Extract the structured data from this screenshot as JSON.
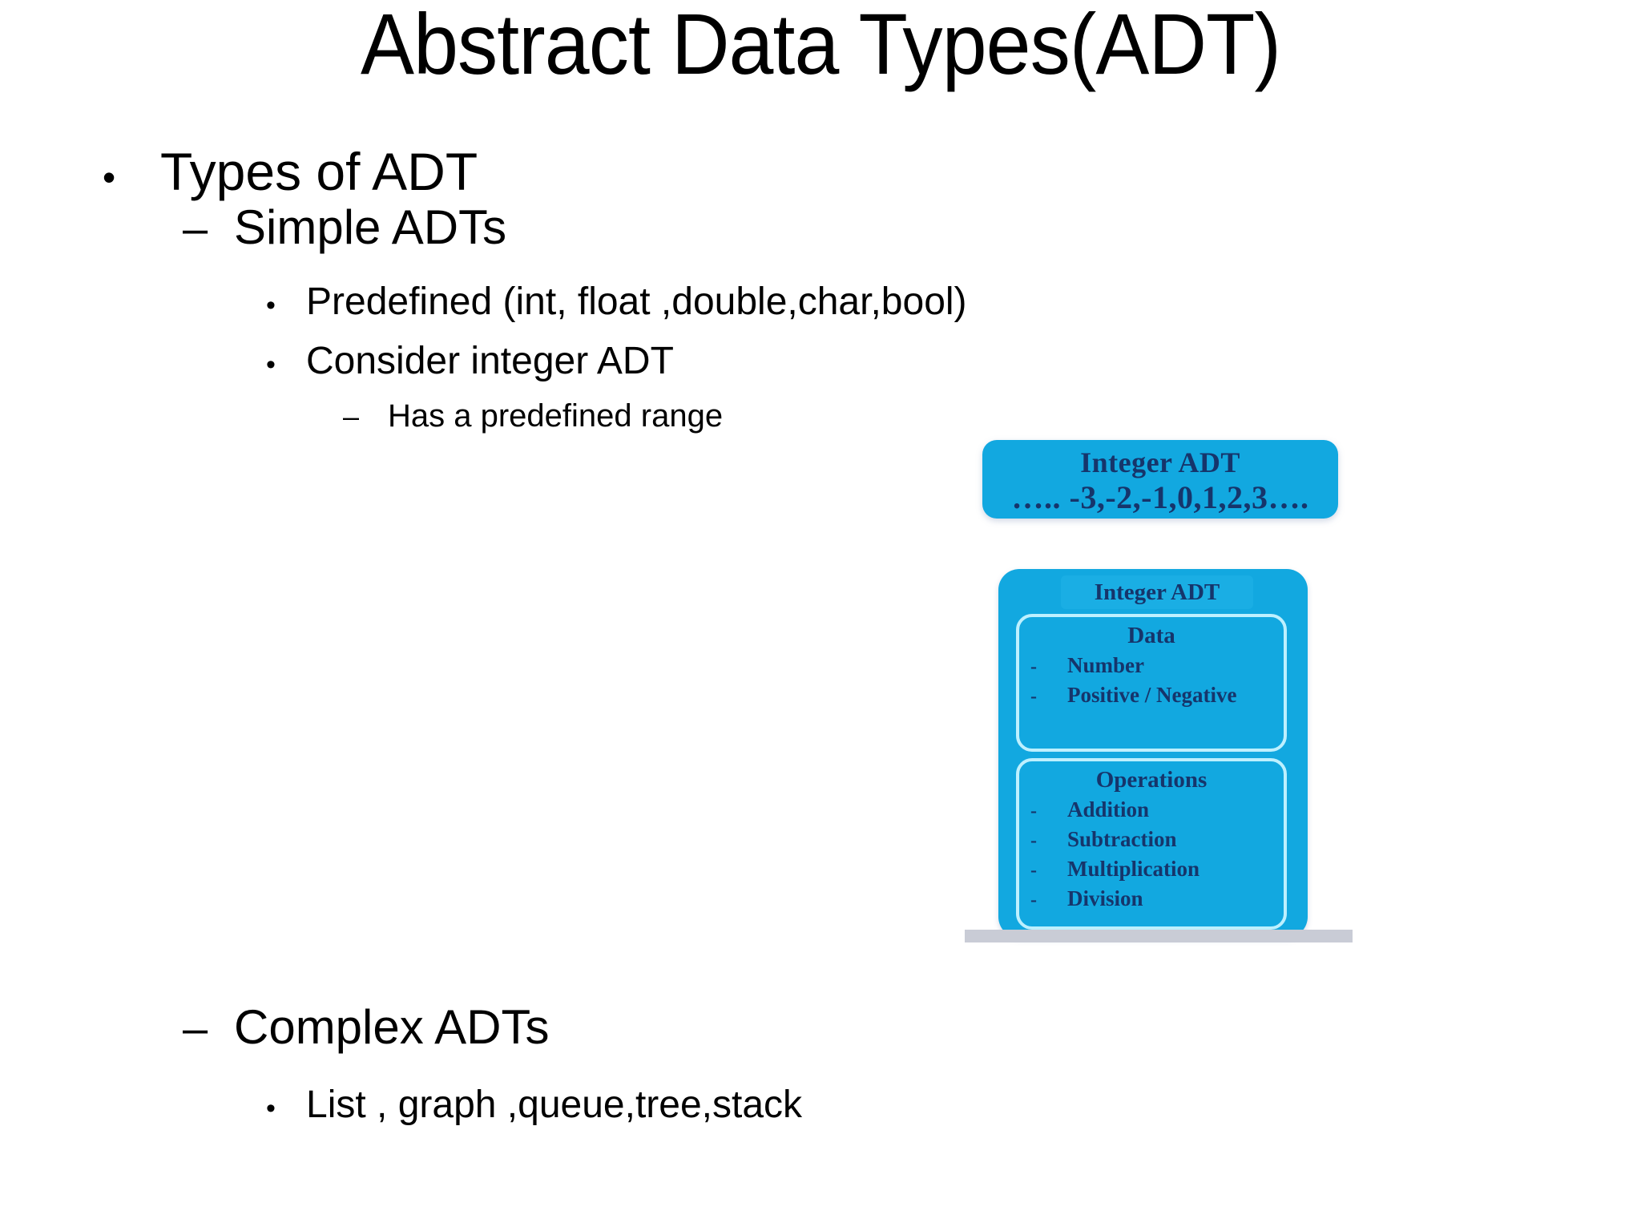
{
  "slide": {
    "title": "Abstract Data Types(ADT)",
    "outline": {
      "level1": "Types of ADT",
      "simple_adts": "Simple ADTs",
      "predefined": "Predefined (int, float ,double,char,bool)",
      "consider": "Consider integer ADT",
      "range_note": "Has a predefined range",
      "complex_adts": "Complex ADTs",
      "complex_examples": "List , graph ,queue,tree,stack"
    },
    "markers": {
      "bullet_dot": "•",
      "dash": "–",
      "small_dash": "-"
    }
  },
  "figure": {
    "top_box": {
      "title": "Integer ADT",
      "sequence": "….. -3,-2,-1,0,1,2,3…."
    },
    "card": {
      "title": "Integer ADT",
      "sections": [
        {
          "heading": "Data",
          "items": [
            "Number",
            "Positive / Negative"
          ]
        },
        {
          "heading": "Operations",
          "items": [
            "Addition",
            "Subtraction",
            "Multiplication",
            "Division"
          ]
        }
      ]
    },
    "colors": {
      "fill": "#12a8e0",
      "text": "#16356b",
      "outline": "#bdf0ff",
      "shadow_bar": "#c9ccd6"
    }
  }
}
